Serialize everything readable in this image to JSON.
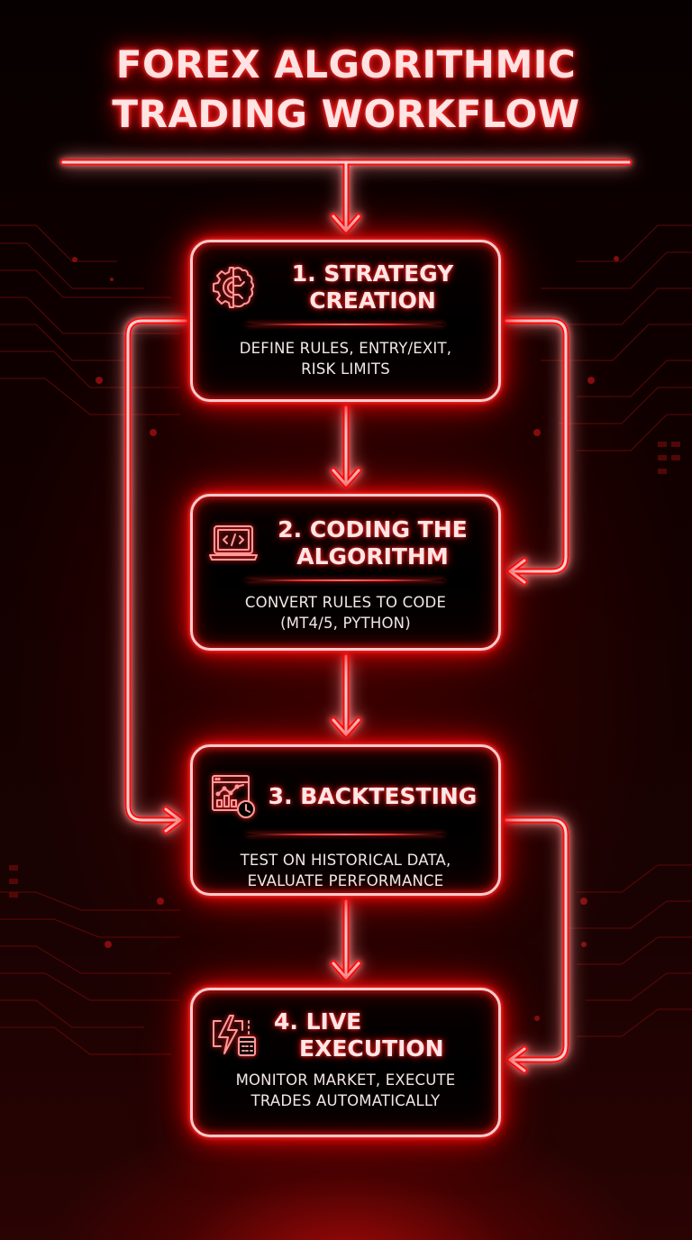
{
  "title": {
    "line1": "FOREX ALGORITHMIC",
    "line2": "TRADING WORKFLOW"
  },
  "colors": {
    "neon_red": "#ff1a1a",
    "neon_core": "#ffc9c9",
    "background": "#050000",
    "text": "#ffe6e6"
  },
  "steps": [
    {
      "number": "1",
      "title_line1": "1. STRATEGY",
      "title_line2": "CREATION",
      "desc_line1": "DEFINE RULES, ENTRY/EXIT,",
      "desc_line2": "RISK LIMITS",
      "icon": "gear-brain-icon"
    },
    {
      "number": "2",
      "title_line1": "2. CODING THE",
      "title_line2": "ALGORITHM",
      "desc_line1": "CONVERT RULES TO CODE",
      "desc_line2": "(MT4/5, PYTHON)",
      "icon": "laptop-code-icon"
    },
    {
      "number": "3",
      "title_line1": "3. BACKTESTING",
      "title_line2": "",
      "desc_line1": "TEST ON HISTORICAL DATA,",
      "desc_line2": "EVALUATE PERFORMANCE",
      "icon": "chart-clock-icon"
    },
    {
      "number": "4",
      "title_line1": "4. LIVE",
      "title_line2": "EXECUTION",
      "desc_line1": "MONITOR MARKET, EXECUTE",
      "desc_line2": "TRADES AUTOMATICALLY",
      "icon": "lightning-calculator-icon"
    }
  ],
  "connectors": [
    {
      "from": "title",
      "to": "1. STRATEGY CREATION",
      "type": "down-arrow"
    },
    {
      "from": "1. STRATEGY CREATION",
      "to": "2. CODING THE ALGORITHM",
      "type": "down-arrow"
    },
    {
      "from": "1. STRATEGY CREATION",
      "to": "2. CODING THE ALGORITHM",
      "type": "right-loop-arrow"
    },
    {
      "from": "1. STRATEGY CREATION",
      "to": "3. BACKTESTING",
      "type": "left-loop-arrow"
    },
    {
      "from": "2. CODING THE ALGORITHM",
      "to": "3. BACKTESTING",
      "type": "down-arrow"
    },
    {
      "from": "3. BACKTESTING",
      "to": "4. LIVE EXECUTION",
      "type": "down-arrow"
    },
    {
      "from": "3. BACKTESTING",
      "to": "4. LIVE EXECUTION",
      "type": "right-loop-arrow"
    }
  ]
}
